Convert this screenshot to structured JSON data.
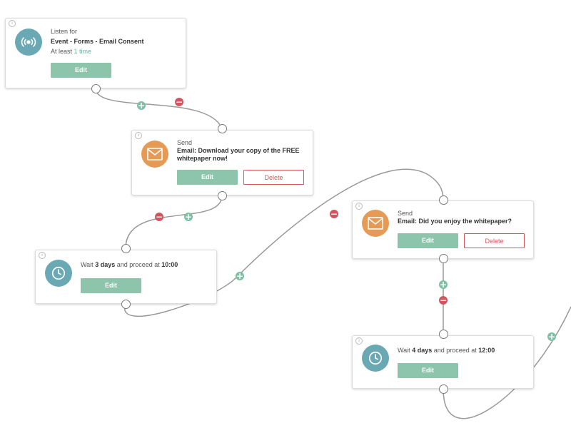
{
  "nodes": {
    "listen": {
      "label": "Listen for",
      "event": "Event - Forms - Email Consent",
      "at_least_prefix": "At least",
      "at_least_value": "1 time",
      "edit_label": "Edit",
      "icon": "broadcast-icon"
    },
    "send1": {
      "label": "Send",
      "email": "Email: Download your copy of the FREE whitepaper now!",
      "edit_label": "Edit",
      "delete_label": "Delete",
      "icon": "envelope-icon"
    },
    "wait1": {
      "prefix": "Wait",
      "duration": "3 days",
      "middle": "and proceed at",
      "time": "10:00",
      "edit_label": "Edit",
      "icon": "clock-icon"
    },
    "send2": {
      "label": "Send",
      "email": "Email: Did you enjoy the whitepaper?",
      "edit_label": "Edit",
      "delete_label": "Delete",
      "icon": "envelope-icon"
    },
    "wait2": {
      "prefix": "Wait",
      "duration": "4 days",
      "middle": "and proceed at",
      "time": "12:00",
      "edit_label": "Edit",
      "icon": "clock-icon"
    }
  },
  "colors": {
    "teal": "#6aa9b4",
    "orange": "#e59a55",
    "edit_green": "#8cc5ab",
    "delete_red": "#d9545a",
    "plus": "#7ebfa6",
    "minus": "#d1545e"
  }
}
